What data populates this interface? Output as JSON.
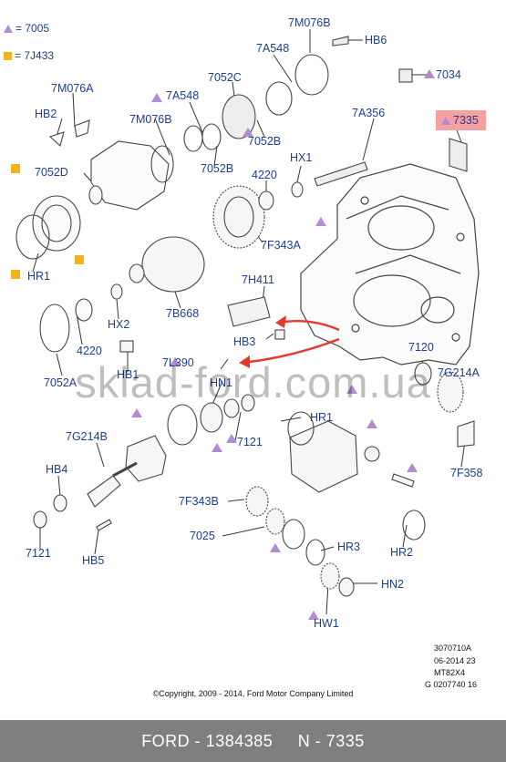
{
  "legend": {
    "triangle_code": "= 7005",
    "square_code": "= 7J433",
    "triangle_color": "#b48ad6",
    "square_color": "#f2b21c"
  },
  "highlight_label": "7335",
  "part_labels": {
    "p7M076B_top": "7M076B",
    "pHB6": "HB6",
    "p7A548_top": "7A548",
    "p7034": "7034",
    "p7M076A": "7M076A",
    "p7052C": "7052C",
    "p7A548_mid": "7A548",
    "p7A356": "7A356",
    "pHB2": "HB2",
    "p7M076B_mid": "7M076B",
    "p7052B_right": "7052B",
    "p7052B_left": "7052B",
    "pHX1": "HX1",
    "p7052D": "7052D",
    "p4220_top": "4220",
    "p7F343A": "7F343A",
    "pHR1_left": "HR1",
    "p7H411": "7H411",
    "p7B668": "7B668",
    "pHX2": "HX2",
    "pHB3": "HB3",
    "p4220_bottom": "4220",
    "p7120": "7120",
    "p7052A": "7052A",
    "pHB1": "HB1",
    "p7L390": "7L390",
    "pHN1": "HN1",
    "p7G214A": "7G214A",
    "pHR1_right": "HR1",
    "p7121_mid": "7121",
    "p7G214B": "7G214B",
    "pHB4": "HB4",
    "p7F358": "7F358",
    "p7F343B": "7F343B",
    "p7025": "7025",
    "p7121_bottom": "7121",
    "pHB5": "HB5",
    "pHR3": "HR3",
    "pHR2": "HR2",
    "pHN2": "HN2",
    "pHW1": "HW1"
  },
  "watermark": "sklad-ford.com.ua",
  "doc_meta": {
    "line1": "3070710A",
    "line2": "06-2014 23",
    "line3": "MT82X4",
    "line4": "G 0207740 16"
  },
  "copyright": "©Copyright, 2009 - 2014, Ford Motor Company Limited",
  "footer": {
    "text": "FORD - 1384385     N - 7335",
    "background": "#7f7f7f"
  },
  "colors": {
    "label": "#1b3f8f",
    "highlight": "#f6a1a1",
    "arrow": "#e23a2f"
  }
}
